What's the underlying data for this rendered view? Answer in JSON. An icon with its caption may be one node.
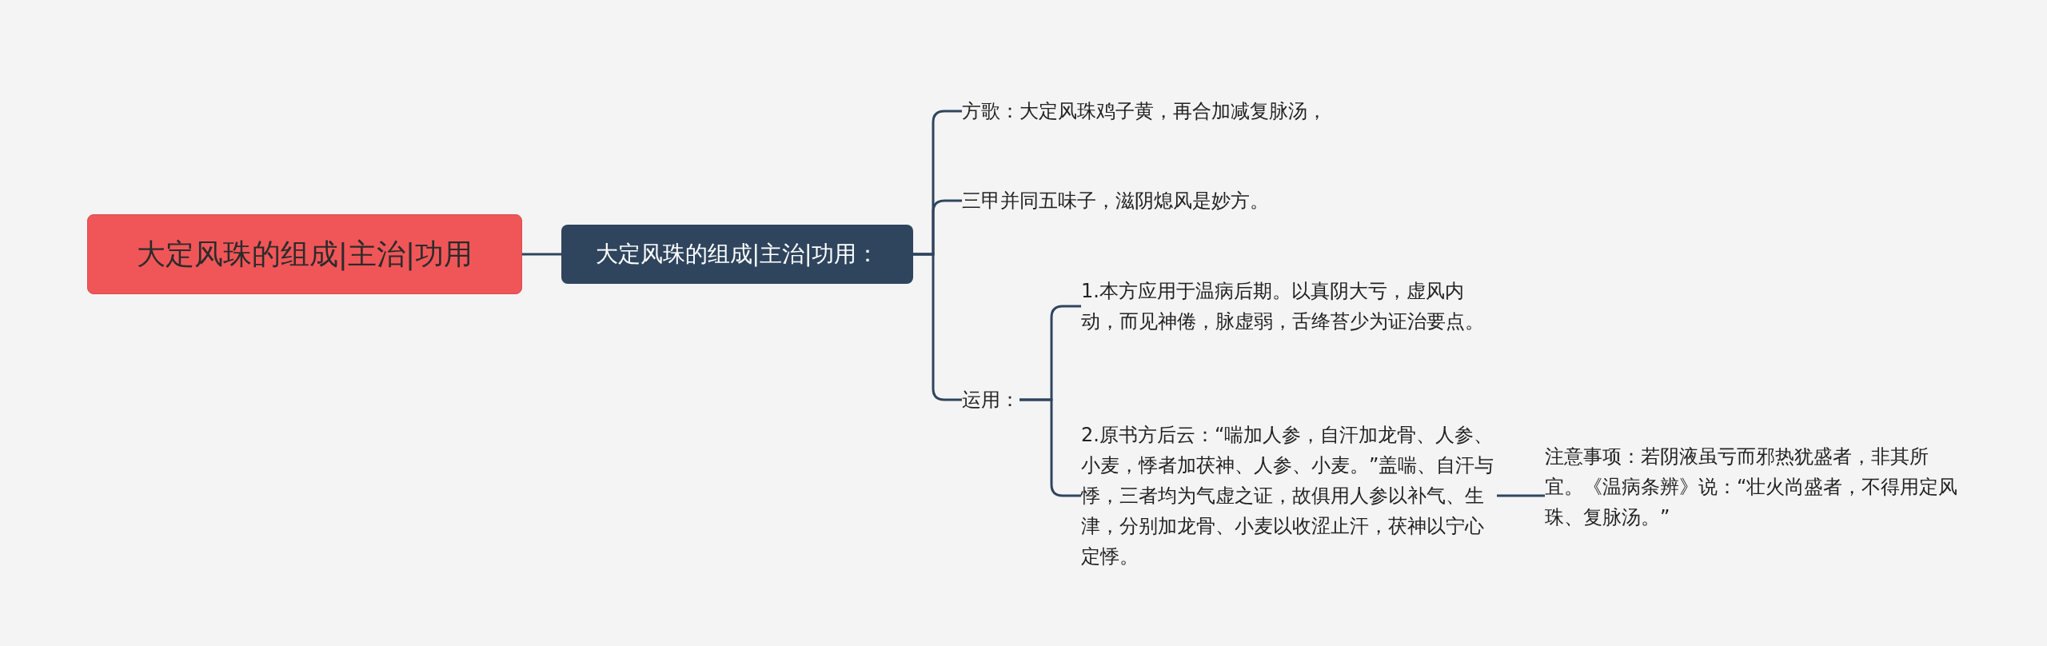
{
  "diagram": {
    "nodes": [
      {
        "text": [
          "大定风珠的组成|主治|功用"
        ]
      },
      {
        "text": [
          "大定风珠的组成|主治|功用："
        ]
      },
      {
        "text": [
          "方歌：大定风珠鸡子黄，再合加减复脉汤，"
        ]
      },
      {
        "text": [
          "三甲并同五味子，滋阴熄风是妙方。"
        ]
      },
      {
        "text": [
          "运用："
        ]
      },
      {
        "text": [
          "1.本方应用于温病后期。以真阴大亏，虚风内动，而见神倦，脉虚弱，舌绛苔少为证治要点。"
        ]
      },
      {
        "text": [
          "2.原书方后云：“喘加人参，自汗加龙骨、人参、小麦，悸者加茯神、人参、小麦。”盖喘、自汗与悸，三者均为气虚之证，故俱用人参以补气、生津，分别加龙骨、小麦以收涩止汗，茯神以宁心定悸。"
        ]
      },
      {
        "text": [
          "注意事项：若阴液虽亏而邪热犹盛者，非其所宜。《温病条辨》说：“壮火尚盛者，不得用定风珠、复脉汤。”"
        ]
      }
    ],
    "edges": [
      {
        "from": 0,
        "to": 1,
        "arrow": "none"
      },
      {
        "from": 1,
        "to": 2,
        "arrow": "none"
      },
      {
        "from": 1,
        "to": 3,
        "arrow": "none"
      },
      {
        "from": 1,
        "to": 4,
        "arrow": "none"
      },
      {
        "from": 4,
        "to": 5,
        "arrow": "none"
      },
      {
        "from": 4,
        "to": 6,
        "arrow": "none"
      },
      {
        "from": 6,
        "to": 7,
        "arrow": "none"
      }
    ]
  }
}
